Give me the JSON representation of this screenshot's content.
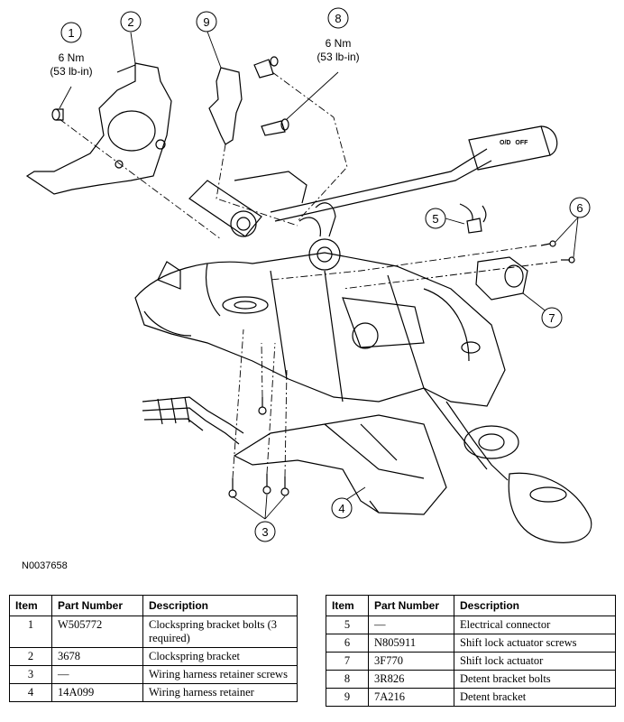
{
  "callouts": [
    {
      "num": "1",
      "torque": [
        "6 Nm",
        "(53 lb-in)"
      ]
    },
    {
      "num": "2"
    },
    {
      "num": "3"
    },
    {
      "num": "4"
    },
    {
      "num": "5"
    },
    {
      "num": "6"
    },
    {
      "num": "7"
    },
    {
      "num": "8",
      "torque": [
        "6 Nm",
        "(53 lb-in)"
      ]
    },
    {
      "num": "9"
    }
  ],
  "lever_labels": [
    "O/D",
    "OFF"
  ],
  "figure_id": "N0037658",
  "table_headers": [
    "Item",
    "Part Number",
    "Description"
  ],
  "table_left": [
    {
      "item": "1",
      "part": "W505772",
      "desc": "Clockspring bracket bolts (3 required)"
    },
    {
      "item": "2",
      "part": "3678",
      "desc": "Clockspring bracket"
    },
    {
      "item": "3",
      "part": "—",
      "desc": "Wiring harness retainer screws"
    },
    {
      "item": "4",
      "part": "14A099",
      "desc": "Wiring harness retainer"
    }
  ],
  "table_right": [
    {
      "item": "5",
      "part": "—",
      "desc": "Electrical connector"
    },
    {
      "item": "6",
      "part": "N805911",
      "desc": "Shift lock actuator screws"
    },
    {
      "item": "7",
      "part": "3F770",
      "desc": "Shift lock actuator"
    },
    {
      "item": "8",
      "part": "3R826",
      "desc": "Detent bracket bolts"
    },
    {
      "item": "9",
      "part": "7A216",
      "desc": "Detent bracket"
    }
  ]
}
